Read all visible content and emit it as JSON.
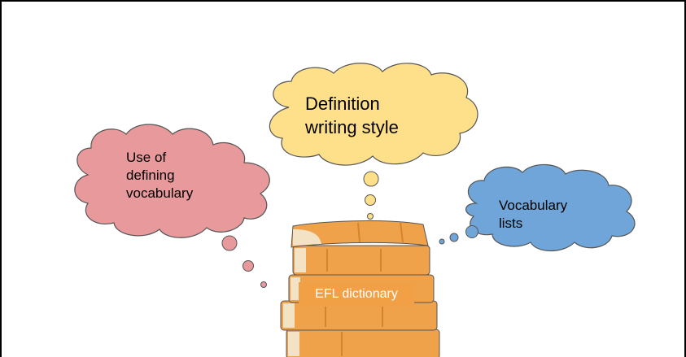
{
  "clouds": {
    "writing_style": {
      "line1": "Definition",
      "line2": "writing style",
      "color": "#ffe08a"
    },
    "defining_vocabulary": {
      "line1": "Use of",
      "line2": "defining",
      "line3": "vocabulary",
      "color": "#e8999b"
    },
    "vocabulary_lists": {
      "line1": "Vocabulary",
      "line2": "lists",
      "color": "#6fa5d8"
    }
  },
  "center": {
    "label": "EFL dictionary",
    "label_color": "#f2a045"
  },
  "colors": {
    "book_orange": "#f0a24b",
    "book_cream": "#f3e2c4",
    "outline": "#555555"
  }
}
